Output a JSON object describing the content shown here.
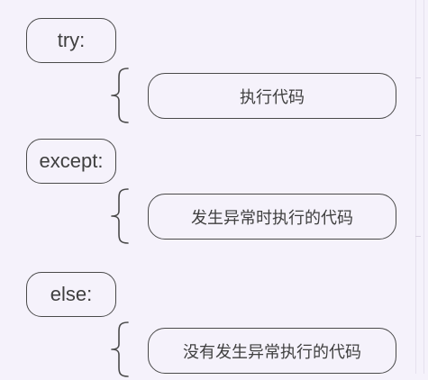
{
  "diagram": {
    "nodes": [
      {
        "keyword": "try:",
        "description": "执行代码"
      },
      {
        "keyword": "except:",
        "description": "发生异常时执行的代码"
      },
      {
        "keyword": "else:",
        "description": "没有发生异常执行的代码"
      }
    ]
  },
  "colors": {
    "background": "#f5f2fb",
    "stroke": "#4a4a4a",
    "text": "#3f3f3f"
  }
}
